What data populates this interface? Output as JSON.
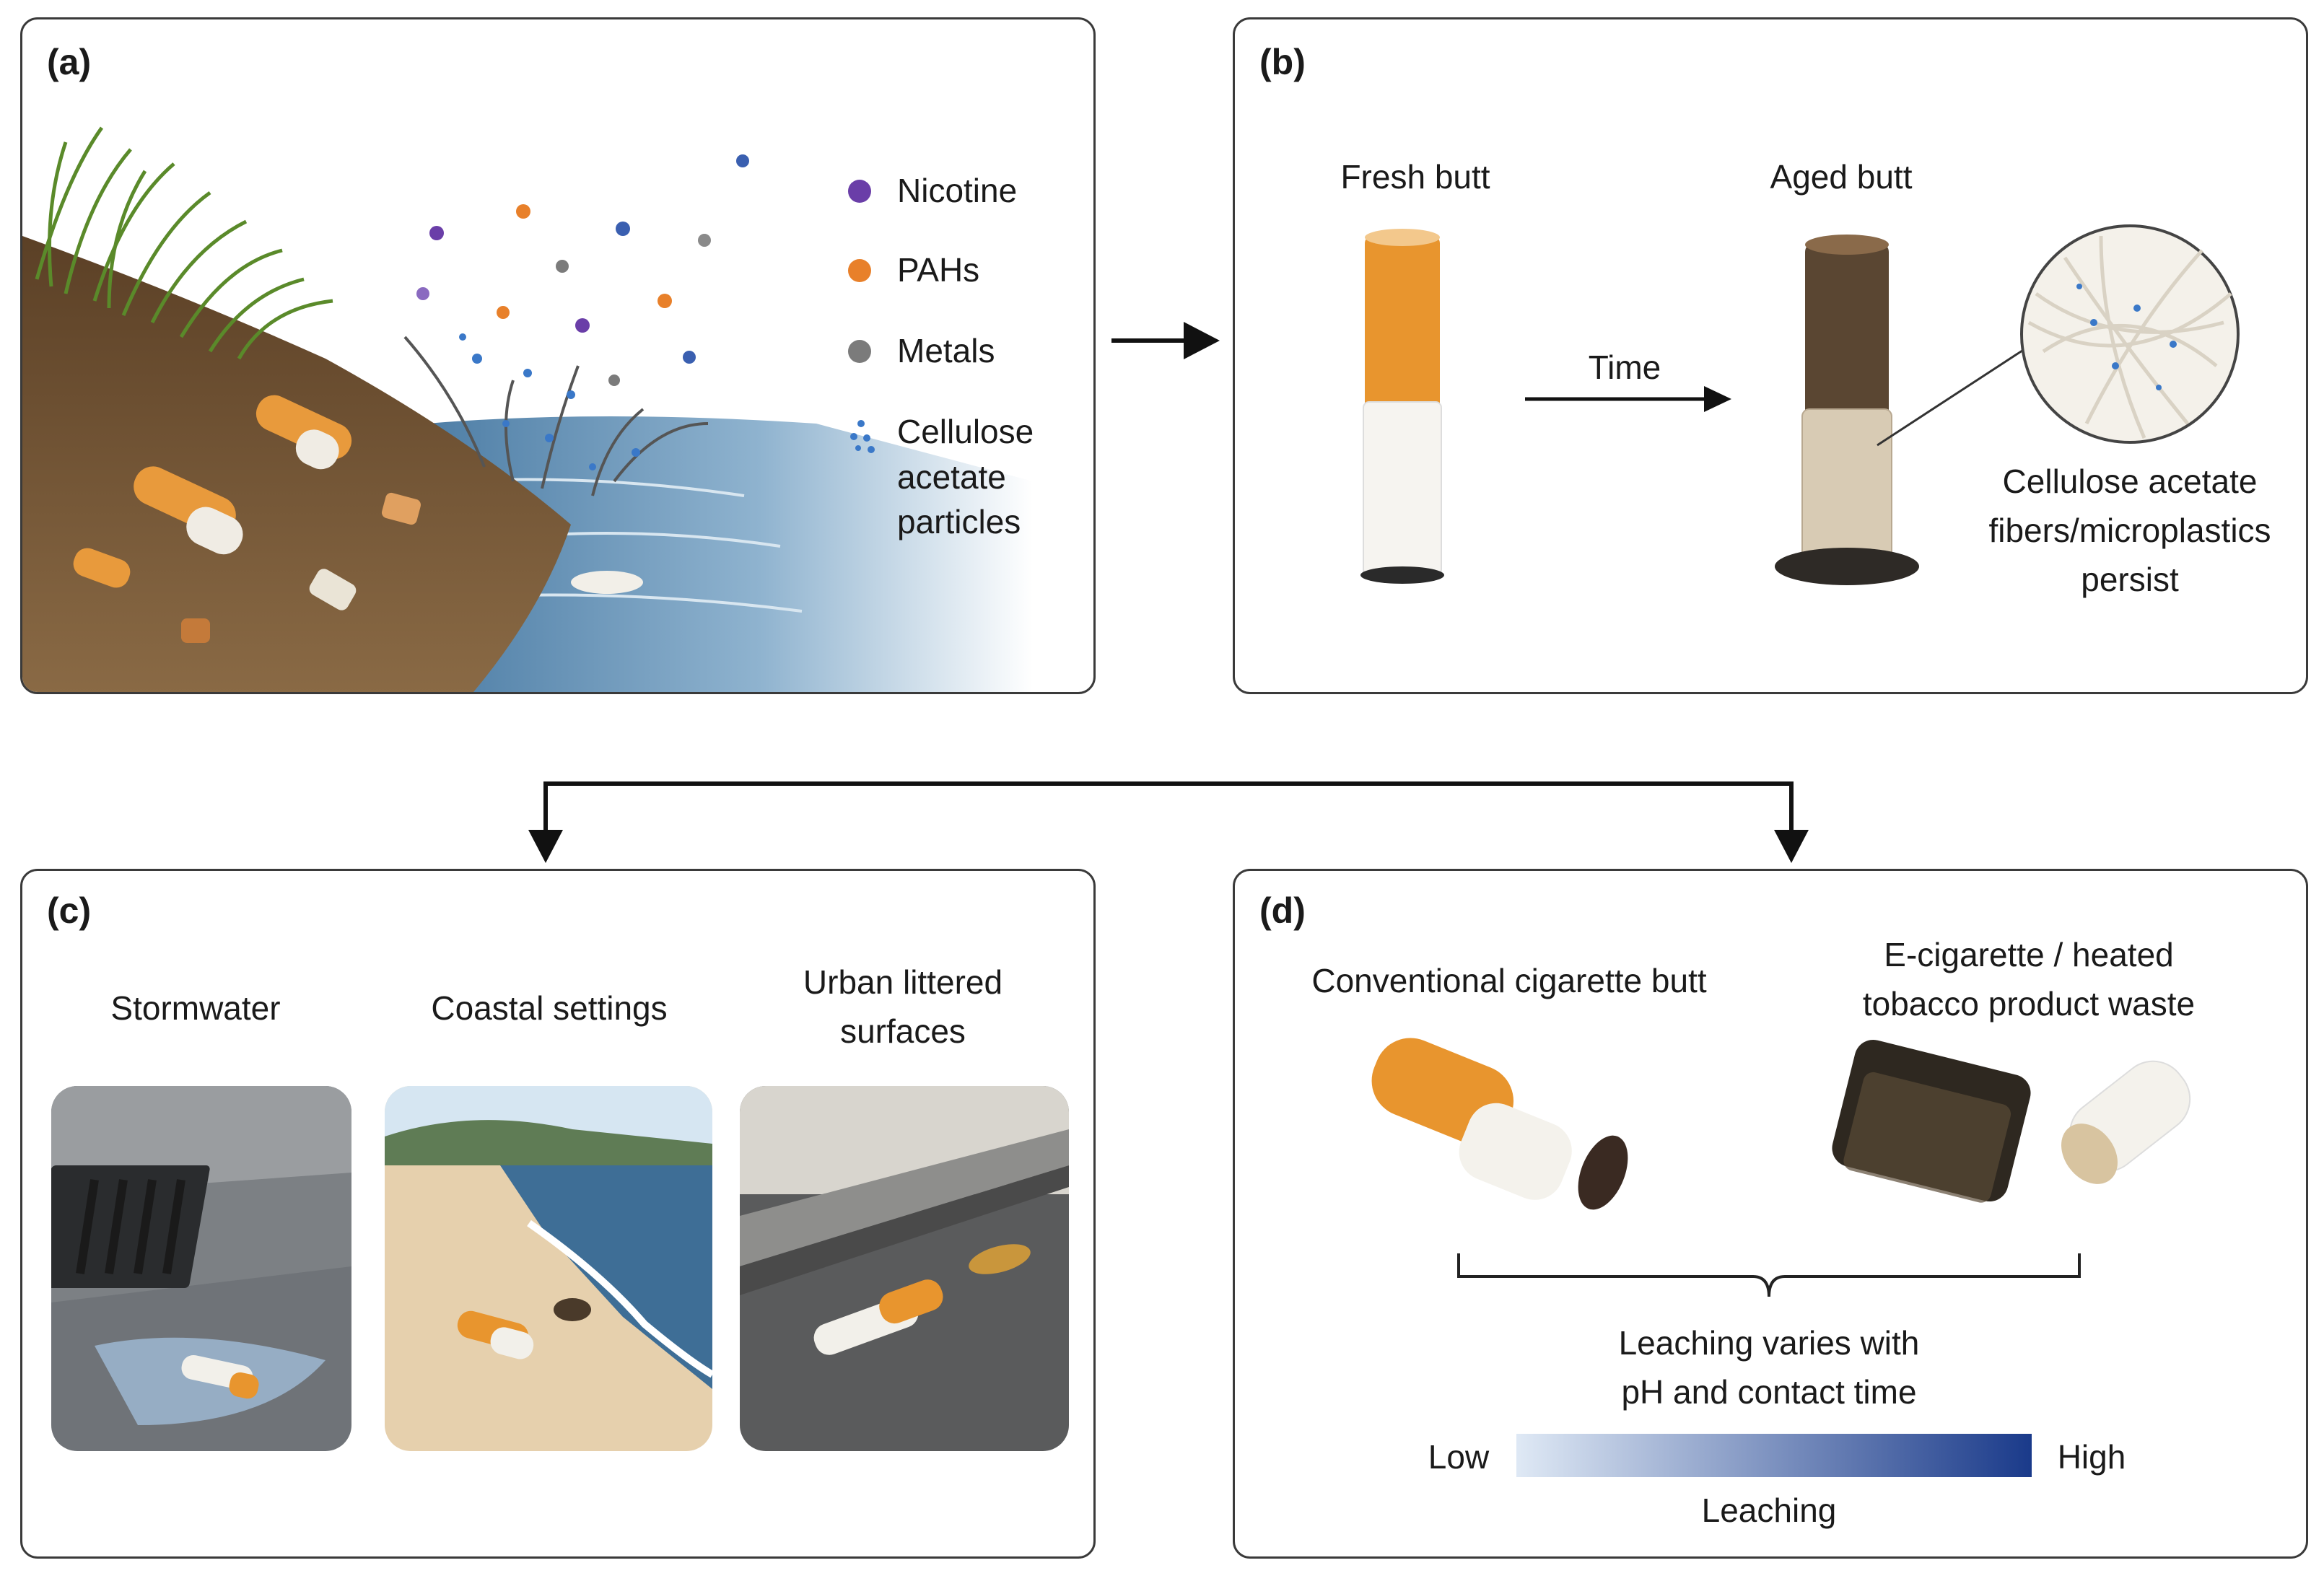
{
  "panel_a": {
    "label": "(a)",
    "legend": [
      {
        "name": "Nicotine",
        "color": "#6a3ea8"
      },
      {
        "name": "PAHs",
        "color": "#e8802a"
      },
      {
        "name": "Metals",
        "color": "#7b7b7b"
      },
      {
        "name": "Cellulose\nacetate\nparticles",
        "color": "#3a78c8"
      }
    ]
  },
  "panel_b": {
    "label": "(b)",
    "fresh": "Fresh butt",
    "aged": "Aged butt",
    "time": "Time",
    "callout": "Cellulose acetate\nfibers/microplastics\npersist"
  },
  "panel_c": {
    "label": "(c)",
    "settings": [
      {
        "title": "Stormwater"
      },
      {
        "title": "Coastal settings"
      },
      {
        "title": "Urban littered\nsurfaces"
      }
    ]
  },
  "panel_d": {
    "label": "(d)",
    "conventional": "Conventional cigarette butt",
    "ecig": "E-cigarette / heated\ntobacco product waste",
    "leaching_note": "Leaching varies with\npH and contact time",
    "scale": {
      "low": "Low",
      "high": "High",
      "title": "Leaching",
      "color_low": "#dfe9f5",
      "color_high": "#1a3a8a"
    }
  }
}
